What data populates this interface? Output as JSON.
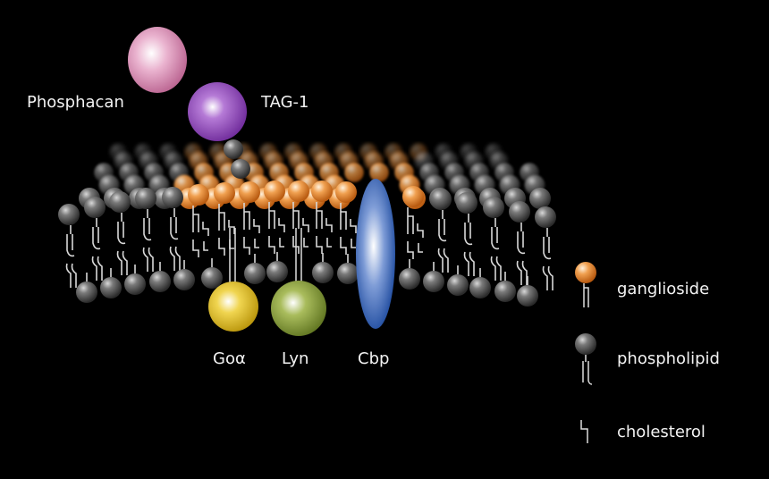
{
  "labels": {
    "phosphacan": "Phosphacan",
    "tag1": "TAG-1",
    "goa": "Goα",
    "lyn": "Lyn",
    "cbp": "Cbp"
  },
  "legend": [
    {
      "label": "ganglioside",
      "icon": "ganglioside-icon"
    },
    {
      "label": "phospholipid",
      "icon": "phospholipid-icon"
    },
    {
      "label": "cholesterol",
      "icon": "cholesterol-icon"
    }
  ],
  "colors": {
    "ganglioside": "#e8862a",
    "phospholipid": "#6a6a6a",
    "phosphacan": "#e7a6c8",
    "tag1": "#9a4fc0",
    "goa": "#e6c420",
    "lyn": "#8fa53c",
    "cbp": "#2a5cb0"
  }
}
